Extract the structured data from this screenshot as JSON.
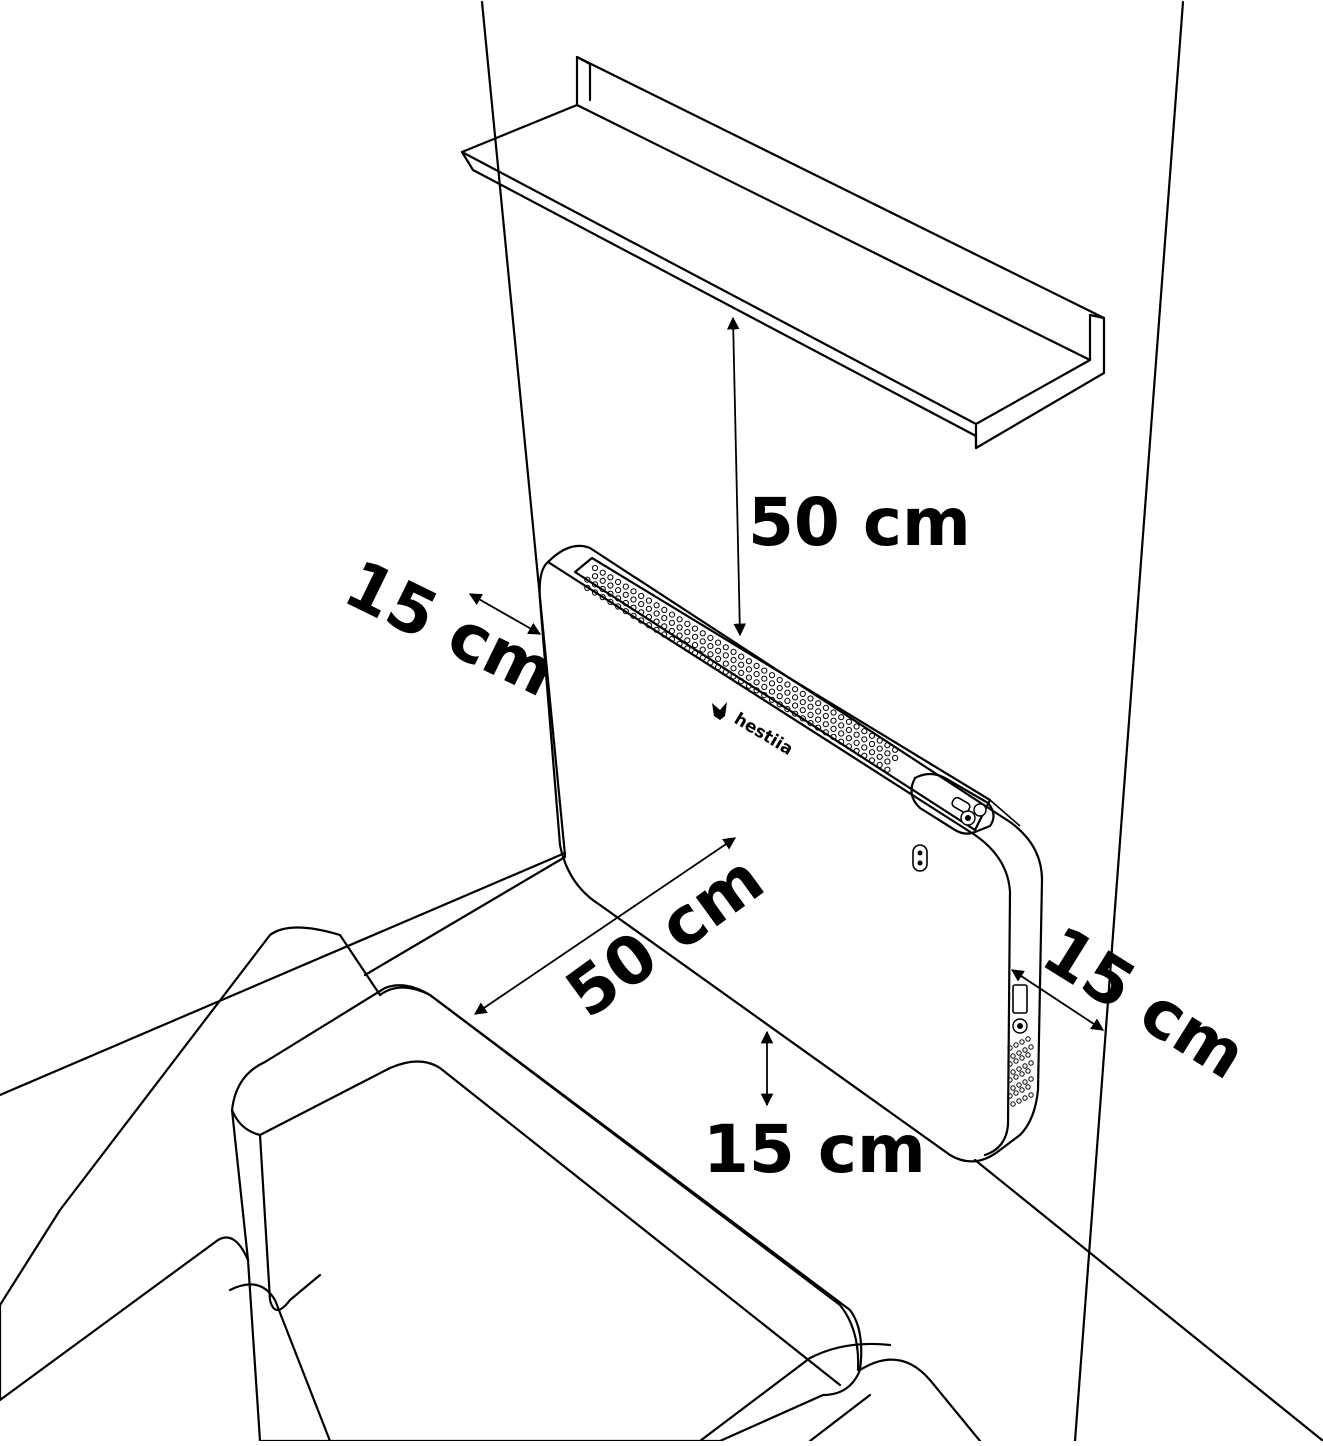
{
  "diagram": {
    "brand_logo_text": "hestiia",
    "clearances": {
      "above": "50 cm",
      "front": "50 cm",
      "left": "15 cm",
      "right": "15 cm",
      "below": "15 cm"
    }
  }
}
